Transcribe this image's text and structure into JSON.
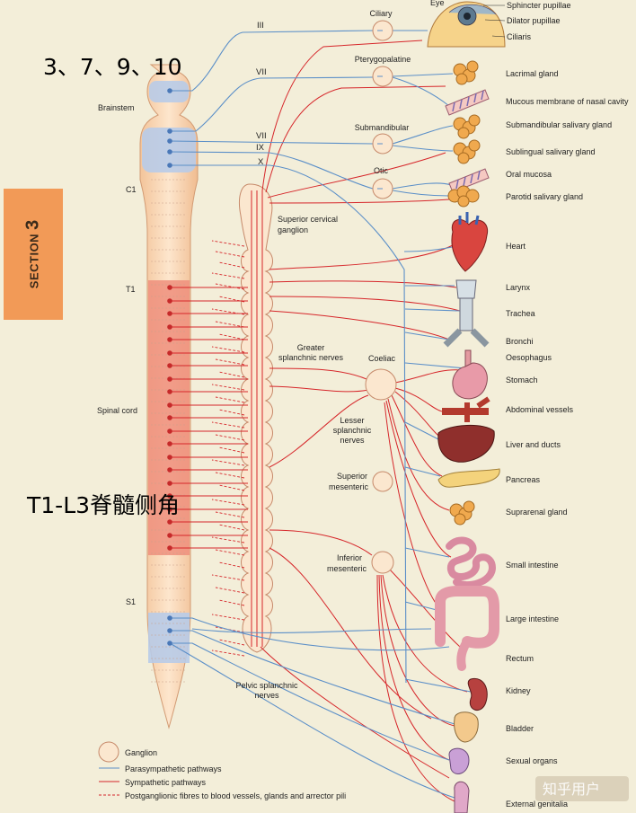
{
  "section_tab": {
    "word": "SECTION",
    "number": "3"
  },
  "annotations": {
    "top": "3、7、9、10",
    "middle": "T1-L3脊髓侧角"
  },
  "cord_labels": {
    "brainstem": "Brainstem",
    "c1": "C1",
    "t1": "T1",
    "spinal_cord": "Spinal cord",
    "s1": "S1"
  },
  "cranial_nerves": {
    "iii": "III",
    "vii_a": "VII",
    "vii_b": "VII",
    "ix": "IX",
    "x": "X"
  },
  "ganglia": {
    "ciliary": "Ciliary",
    "pterygopalatine": "Pterygopalatine",
    "submandibular": "Submandibular",
    "otic": "Otic",
    "superior_cervical": [
      "Superior cervical",
      "ganglion"
    ],
    "coeliac": "Coeliac",
    "superior_mesenteric": [
      "Superior",
      "mesenteric"
    ],
    "inferior_mesenteric": [
      "Inferior",
      "mesenteric"
    ]
  },
  "nerves": {
    "greater_splanchnic": [
      "Greater",
      "splanchnic nerves"
    ],
    "lesser_splanchnic": [
      "Lesser",
      "splanchnic",
      "nerves"
    ],
    "pelvic_splanchnic": [
      "Pelvic splanchnic",
      "nerves"
    ]
  },
  "eye": {
    "title": "Eye",
    "labels": [
      "Sphincter pupillae",
      "Dilator pupillae",
      "Ciliaris"
    ]
  },
  "organs": [
    "Lacrimal gland",
    "Mucous membrane of nasal cavity",
    "Submandibular salivary gland",
    "Sublingual salivary gland",
    "Oral mucosa",
    "Parotid salivary gland",
    "Heart",
    "Larynx",
    "Trachea",
    "Bronchi",
    "Oesophagus",
    "Stomach",
    "Abdominal vessels",
    "Liver and ducts",
    "Pancreas",
    "Suprarenal gland",
    "Small intestine",
    "Large intestine",
    "Rectum",
    "Kidney",
    "Bladder",
    "Sexual organs",
    "External genitalia"
  ],
  "legend": [
    "Ganglion",
    "Parasympathetic pathways",
    "Sympathetic pathways",
    "Postganglionic fibres to blood vessels, glands and arrector pili"
  ],
  "watermark": "知乎用户",
  "colors": {
    "background": "#f3eed9",
    "parasympathetic": "#5b8fc8",
    "sympathetic": "#d6262a",
    "section_tab": "#f29a57",
    "cord": "#f9d7b5",
    "cord_thoracolumbar": "#ef8f7c",
    "cord_craniosacral": "#b8cbe8"
  }
}
